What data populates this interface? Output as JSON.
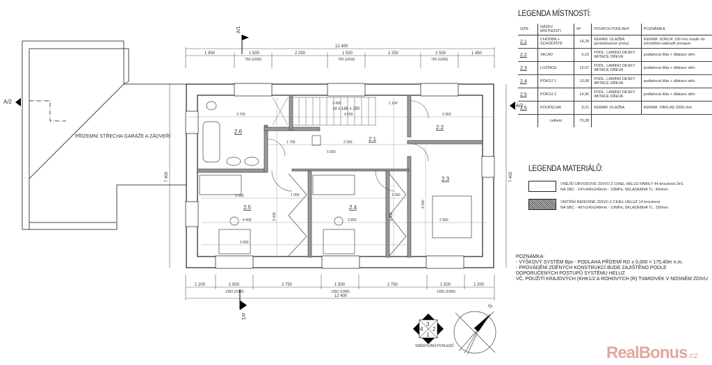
{
  "room_legend": {
    "title": "LEGENDA MÍSTNOSTÍ:",
    "headers": [
      "OZN.",
      "NÁZEV MÍSTNOSTI",
      "M²",
      "POVRCH PODLAHY",
      "POZNÁMKA"
    ],
    "rows": [
      {
        "code": "2.1",
        "name": "CHODBA + SCHODIŠTĚ",
        "area": "14,29",
        "floor": "KERAM. DLAŽBA (protiskluzové prvky)",
        "note": "KERAM. SOKLÍK 100 mm madlo do schodiště+zábradlí ponapet"
      },
      {
        "code": "2.2",
        "name": "SKLAD",
        "area": "5,16",
        "floor": "PODL. LAMINO DESKY IMITACE DŘEVA",
        "note": "podlahová lišta + dilatace stěn"
      },
      {
        "code": "2.3",
        "name": "LOŽNICE",
        "area": "13,57",
        "floor": "PODL. LAMINO DESKY IMITACE DŘEVA",
        "note": "podlahová lišta + dilatace stěn"
      },
      {
        "code": "2.4",
        "name": "POKOJ 1",
        "area": "13,08",
        "floor": "PODL. LAMINO DESKY IMITACE DŘEVA",
        "note": "podlahová lišta + dilatace stěn"
      },
      {
        "code": "2.5",
        "name": "POKOJ 2",
        "area": "14,96",
        "floor": "PODL. LAMINO DESKY IMITACE DŘEVA",
        "note": "podlahová lišta + dilatace stěn"
      },
      {
        "code": "2.6",
        "name": "KOUPELNA",
        "area": "9,21",
        "floor": "KERAM. DLAŽBA",
        "note": "KERAM. OBKLAD 2000 mm"
      }
    ],
    "total_label": "celkem",
    "total_area": "70,28"
  },
  "material_legend": {
    "title": "LEGENDA MATERIÁLŮ:",
    "items": [
      {
        "line1": "VNĚJŠÍ OBVODOVÉ ZDIVO Z CIHEL HELUZ FAMILY 44 broušená 2in1",
        "line2": "NA SBC - 247x440x249mm - 10MPa, SKLADEBNÁ TL. 450mm"
      },
      {
        "line1": "VNITŘNÍ NENOSNÉ ZDIVO Z CIHEL HELUZ 14 broušená",
        "line2": "NA SBC - 497x140x249mm - 10MPa, SKLADEBNÁ TL. 150mm"
      }
    ]
  },
  "notes": {
    "title": "POZNÁMKA:",
    "lines": [
      "- VÝŠKOVÝ SYSTÉM Bpv - PODLAHA PŘÍZEMÍ RD ± 0,000 = 175,40m n.m.",
      "- PROVÁDĚNÍ ZDĚNÝCH KONSTRUKCÍ BUDE ZAJIŠTĚNO PODLE DOPORUČENÝCH POSTUPŮ SYSTÉMU HELUZ",
      "  VČ. POUŽITÍ KRAJOVÝCH (KHK1/2 A ROHOVÝCH (R) TVAROVEK V NOSNÉM ZDIVU"
    ]
  },
  "plan": {
    "garage_roof_label": "PŘÍZEMNÍ STŘECHA GARÁŽE A ZÁDVEŘÍ",
    "section_a1": "A/1",
    "section_a2": "A/2",
    "rooms": [
      "2.1",
      "2.2",
      "2.3",
      "2.4",
      "2.5",
      "2.6"
    ],
    "stair_label": "16 x 188 x 250",
    "top_total": "12 400",
    "top_dims": [
      "1 950",
      "1 500",
      "2 250",
      "1 500",
      "2 250",
      "1 500",
      "1 450"
    ],
    "top_window_dims": [
      "750 (1600)",
      "750 (1600)",
      "750 (1600)"
    ],
    "bottom_dims": [
      "1 200",
      "1 500",
      "2 750",
      "1 500",
      "2 750",
      "1 500",
      "1 200"
    ],
    "bottom_window_dims": [
      "1350 (1000)",
      "1350 (1000)",
      "1350 (1000)"
    ],
    "bottom_total": "12 400",
    "side_total": "7 400",
    "inner_dims": [
      "3 700",
      "3 450",
      "4 550",
      "1 100",
      "2 950",
      "2 350",
      "5 550",
      "1 700",
      "3 350",
      "4 400",
      "3 650",
      "3 850",
      "2 950",
      "3 400",
      "3 400",
      "4 040",
      "1 050",
      "1 050"
    ],
    "view_markers": [
      "3",
      "2",
      "1",
      "4"
    ],
    "view_label": "SMĚROVÁNÍ POHLEDŮ",
    "north_label": "S"
  },
  "watermark": {
    "brand": "RealBonus",
    "tld": ".cz"
  }
}
